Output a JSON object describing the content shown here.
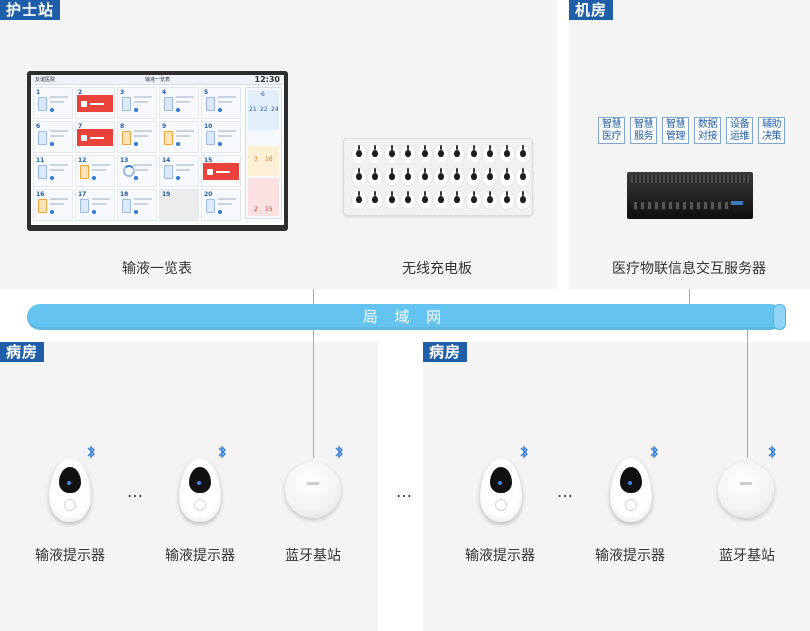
{
  "zones": {
    "nurse_station": "护士站",
    "machine_room": "机房",
    "ward_left": "病房",
    "ward_right": "病房"
  },
  "devices": {
    "infusion_overview": "输液一览表",
    "charging_board": "无线充电板",
    "iot_server": "医疗物联信息交互服务器",
    "indicator_1": "输液提示器",
    "indicator_2": "输液提示器",
    "base_station_1": "蓝牙基站",
    "indicator_3": "输液提示器",
    "indicator_4": "输液提示器",
    "base_station_2": "蓝牙基站"
  },
  "network": {
    "lan_label": "局 域 网"
  },
  "functions": [
    [
      "智慧",
      "医疗"
    ],
    [
      "智慧",
      "服务"
    ],
    [
      "智慧",
      "管理"
    ],
    [
      "数据",
      "对接"
    ],
    [
      "设备",
      "运维"
    ],
    [
      "辅助",
      "决策"
    ]
  ],
  "monitor": {
    "hospital": "友谊医院",
    "title": "输液一览表",
    "clock": "12:30",
    "beds": [
      "1",
      "2",
      "3",
      "4",
      "5",
      "6",
      "7",
      "8",
      "9",
      "10",
      "11",
      "12",
      "13",
      "14",
      "15",
      "16",
      "17",
      "18",
      "19",
      "20"
    ],
    "side_numbers": [
      "6",
      "21",
      "22",
      "24",
      "3",
      "16",
      "2",
      "15"
    ]
  },
  "ellipsis": "…",
  "colors": {
    "zone_tag": "#1f5ea8",
    "lan": "#64c4ef",
    "alarm": "#e8423b"
  }
}
